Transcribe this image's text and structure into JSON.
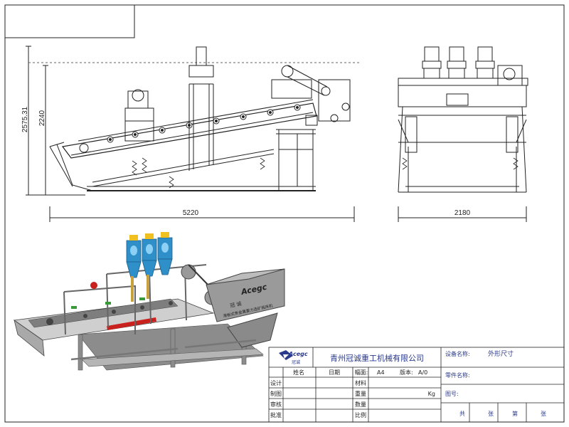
{
  "drawing": {
    "dimensions": {
      "overall_height": "2575.31",
      "platform_height": "2240",
      "length": "5220",
      "width": "2180"
    },
    "render_label": {
      "brand": "Acegc",
      "chinese_name": "冠 诚",
      "product_name": "滑板式贵金属重力选矿摇床机"
    }
  },
  "title_block": {
    "company_name": "青州冠诚重工机械有限公司",
    "logo_text": "Acegc",
    "logo_cn": "冠诚",
    "equipment_name_label": "设备名称:",
    "equipment_name_value": "外形尺寸",
    "part_name_label": "零件名称:",
    "drawing_no_label": "图号:",
    "header_name": "姓名",
    "header_date": "日期",
    "format_label": "幅面:",
    "format_value": "A4",
    "version_label": "版本:",
    "version_value": "A/0",
    "roles": [
      "设计",
      "制图",
      "审核",
      "批准"
    ],
    "fields": [
      "材料",
      "重量",
      "数量",
      "比例"
    ],
    "weight_unit": "Kg",
    "sheet_info": [
      "共",
      "张",
      "第",
      "张"
    ]
  },
  "colors": {
    "line": "#222222",
    "machine_blue": "#2f8fc9",
    "frame_grey": "#8c8c8c",
    "red_accent": "#c8211e",
    "title_blue": "#2a3a8c"
  }
}
